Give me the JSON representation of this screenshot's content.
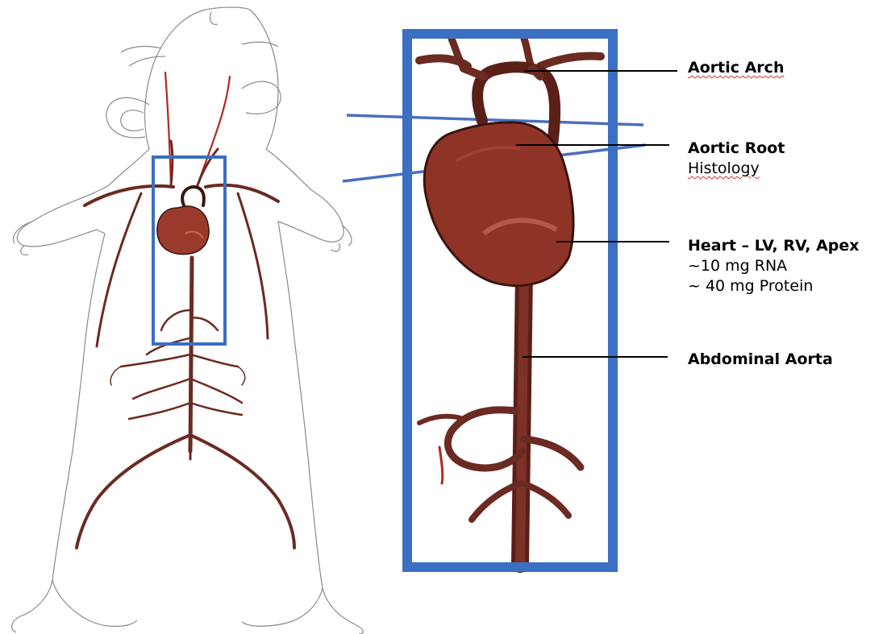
{
  "colors": {
    "vessel": "#6b2a22",
    "vessel_dark": "#3a140f",
    "heart": "#9a3a2c",
    "heart_highlight": "#c66a55",
    "artery_red": "#b02a20",
    "box": "#3b6fc2",
    "outline": "#8a8a8a"
  },
  "labels": {
    "aortic_arch": {
      "title": "Aortic Arch"
    },
    "aortic_root": {
      "title": "Aortic Root",
      "sub": "Histology"
    },
    "heart": {
      "title": "Heart – LV, RV, Apex",
      "line1": "~10 mg RNA",
      "line2": "~ 40 mg Protein"
    },
    "abdominal_aorta": {
      "title": "Abdominal Aorta"
    }
  }
}
